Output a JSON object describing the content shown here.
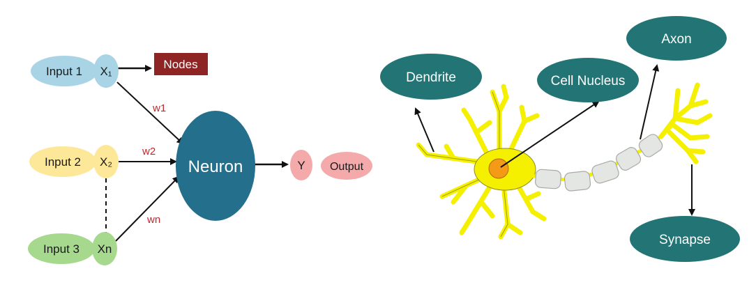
{
  "ann": {
    "inputs": [
      "Input 1",
      "Input 2",
      "Input 3"
    ],
    "xnodes": [
      "X₁",
      "X₂",
      "Xn"
    ],
    "nodes_label": "Nodes",
    "weights": [
      "w1",
      "w2",
      "wn"
    ],
    "neuron": "Neuron",
    "y": "Y",
    "output": "Output"
  },
  "bio": {
    "dendrite": "Dendrite",
    "nucleus": "Cell Nucleus",
    "axon": "Axon",
    "synapse": "Synapse"
  },
  "colors": {
    "input1": "#a9d4e6",
    "input2": "#fde89a",
    "input3": "#a6d98e",
    "nodes_box": "#8e2424",
    "neuron": "#246f8c",
    "output": "#f4a9ab",
    "bio_label": "#237575",
    "cell_body": "#f4f000",
    "nucleus": "#f59a16",
    "myelin": "#e4e6e3"
  }
}
